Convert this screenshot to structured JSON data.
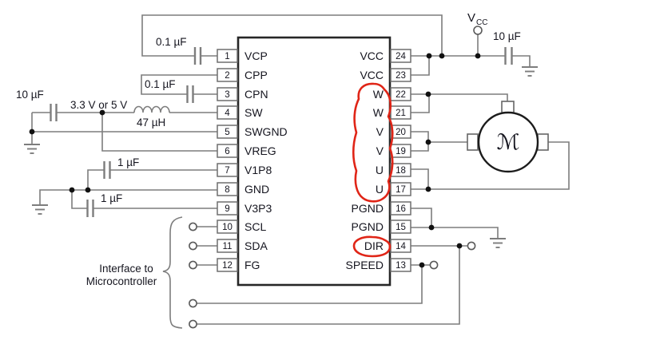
{
  "schematic": {
    "ic": {
      "left_pins": [
        {
          "num": "1",
          "name": "VCP"
        },
        {
          "num": "2",
          "name": "CPP"
        },
        {
          "num": "3",
          "name": "CPN"
        },
        {
          "num": "4",
          "name": "SW"
        },
        {
          "num": "5",
          "name": "SWGND"
        },
        {
          "num": "6",
          "name": "VREG"
        },
        {
          "num": "7",
          "name": "V1P8"
        },
        {
          "num": "8",
          "name": "GND"
        },
        {
          "num": "9",
          "name": "V3P3"
        },
        {
          "num": "10",
          "name": "SCL"
        },
        {
          "num": "11",
          "name": "SDA"
        },
        {
          "num": "12",
          "name": "FG"
        }
      ],
      "right_pins": [
        {
          "num": "24",
          "name": "VCC"
        },
        {
          "num": "23",
          "name": "VCC"
        },
        {
          "num": "22",
          "name": "W"
        },
        {
          "num": "21",
          "name": "W"
        },
        {
          "num": "20",
          "name": "V"
        },
        {
          "num": "19",
          "name": "V"
        },
        {
          "num": "18",
          "name": "U"
        },
        {
          "num": "17",
          "name": "U"
        },
        {
          "num": "16",
          "name": "PGND"
        },
        {
          "num": "15",
          "name": "PGND"
        },
        {
          "num": "14",
          "name": "DIR"
        },
        {
          "num": "13",
          "name": "SPEED"
        }
      ]
    },
    "labels": {
      "cap_vcp": "0.1 µF",
      "cap_charge_pump": "0.1 µF",
      "cap_supply_in": "10 µF",
      "supply_voltage": "3.3 V or 5 V",
      "inductor": "47 µH",
      "cap_v1p8": "1 µF",
      "cap_v3p3": "1 µF",
      "cap_vcc_bulk": "10 µF",
      "vcc_terminal": "V",
      "vcc_terminal_sub": "CC",
      "interface_line1": "Interface to",
      "interface_line2": "Microcontroller",
      "motor": "ℳ"
    },
    "colors": {
      "wire": "#7d7d7d",
      "ic_border": "#262626",
      "text": "#15151f",
      "annotation": "#e02517"
    }
  }
}
